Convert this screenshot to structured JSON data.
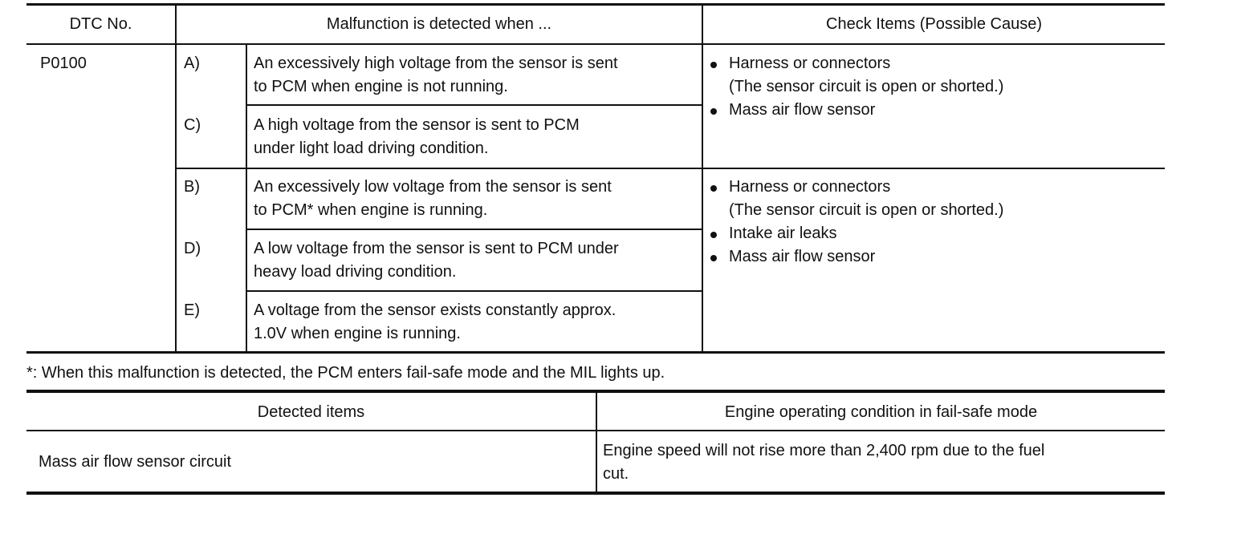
{
  "dtc_table": {
    "headers": {
      "dtc_no": "DTC No.",
      "malfunction": "Malfunction is detected when ...",
      "check_items": "Check Items (Possible Cause)"
    },
    "dtc_code": "P0100",
    "conditions": [
      {
        "label": "A)",
        "lines": [
          "An excessively high voltage from the sensor is sent",
          "to PCM when engine is not running."
        ]
      },
      {
        "label": "C)",
        "lines": [
          "A high voltage from the sensor is sent to PCM",
          "under light load driving condition."
        ]
      },
      {
        "label": "B)",
        "lines": [
          "An excessively low voltage from the sensor is sent",
          "to PCM* when engine is running."
        ]
      },
      {
        "label": "D)",
        "lines": [
          "A low voltage from the sensor is sent to PCM under",
          "heavy load driving condition."
        ]
      },
      {
        "label": "E)",
        "lines": [
          "A voltage from the sensor exists constantly approx.",
          "1.0V when engine is running."
        ]
      }
    ],
    "check_groups": [
      {
        "items": [
          {
            "text": "Harness or connectors",
            "sub": "(The sensor circuit is open or shorted.)"
          },
          {
            "text": "Mass air flow sensor"
          }
        ]
      },
      {
        "items": [
          {
            "text": "Harness or connectors",
            "sub": "(The sensor circuit is open or shorted.)"
          },
          {
            "text": "Intake air leaks"
          },
          {
            "text": "Mass air flow sensor"
          }
        ]
      }
    ]
  },
  "footnote": "*: When this malfunction is detected, the PCM enters fail-safe mode and the MIL lights up.",
  "failsafe_table": {
    "headers": {
      "detected_items": "Detected items",
      "engine_condition": "Engine operating condition in fail-safe mode"
    },
    "row": {
      "detected": "Mass air flow sensor circuit",
      "condition_lines": [
        "Engine speed will not rise more than 2,400 rpm due to the fuel",
        "cut."
      ]
    }
  }
}
